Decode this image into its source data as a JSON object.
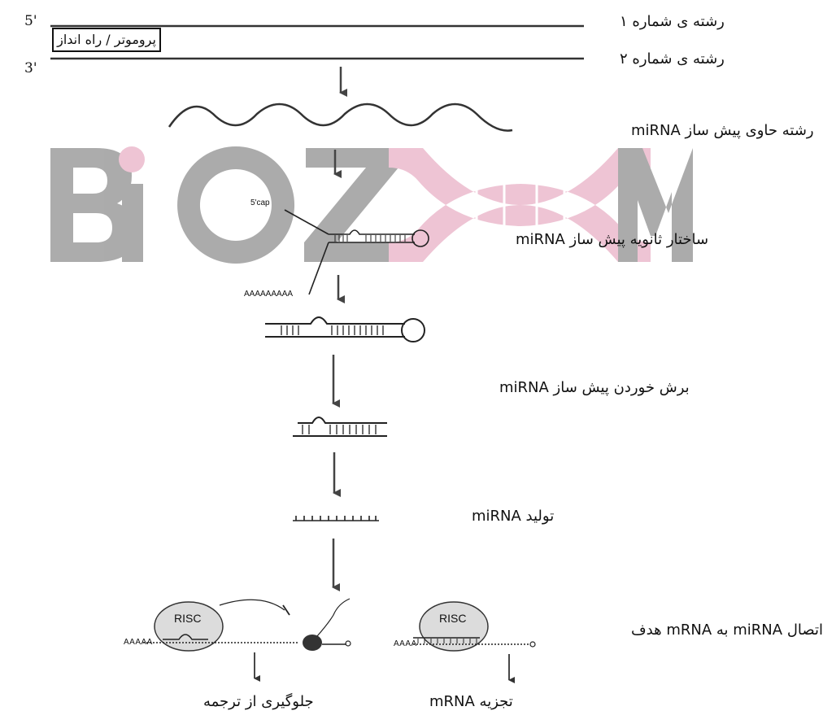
{
  "dna": {
    "end_5": "5'",
    "end_3": "3'",
    "promoter_label": "پروموتر / راه انداز",
    "strand1_label": "رشته ی شماره ۱",
    "strand2_label": "رشته ی شماره ۲"
  },
  "steps": {
    "pri_mirna": "رشته حاوی پیش ساز miRNA",
    "secondary_structure": "ساختار ثانویه پیش ساز miRNA",
    "cleavage": "برش خوردن پیش ساز miRNA",
    "production": "تولید miRNA",
    "binding": "اتصال miRNA به mRNA هدف"
  },
  "hairpin": {
    "cap_label": "5'cap",
    "polyA_label": "AAAAAAAAA"
  },
  "risc": {
    "left_label": "RISC",
    "right_label": "RISC",
    "left_polyA": "AAAAA",
    "right_polyA": "AAAA",
    "outcome_left": "جلوگیری از ترجمه",
    "outcome_right": "تجزیه mRNA"
  },
  "watermark": {
    "text": "BIOZ M",
    "colors": {
      "gray": "#8c8c8c",
      "pink": "#e8aec4"
    }
  }
}
